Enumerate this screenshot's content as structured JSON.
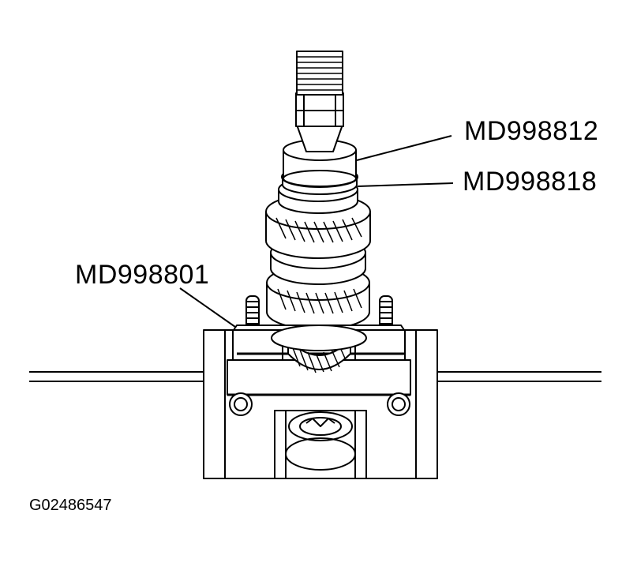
{
  "callouts": {
    "upper_tool": "MD998812",
    "lower_tool": "MD998818",
    "plate_tool": "MD998801"
  },
  "figure_id": "G02486547",
  "colors": {
    "ink": "#000000",
    "paper": "#ffffff",
    "shade": "#d9d9d9"
  }
}
